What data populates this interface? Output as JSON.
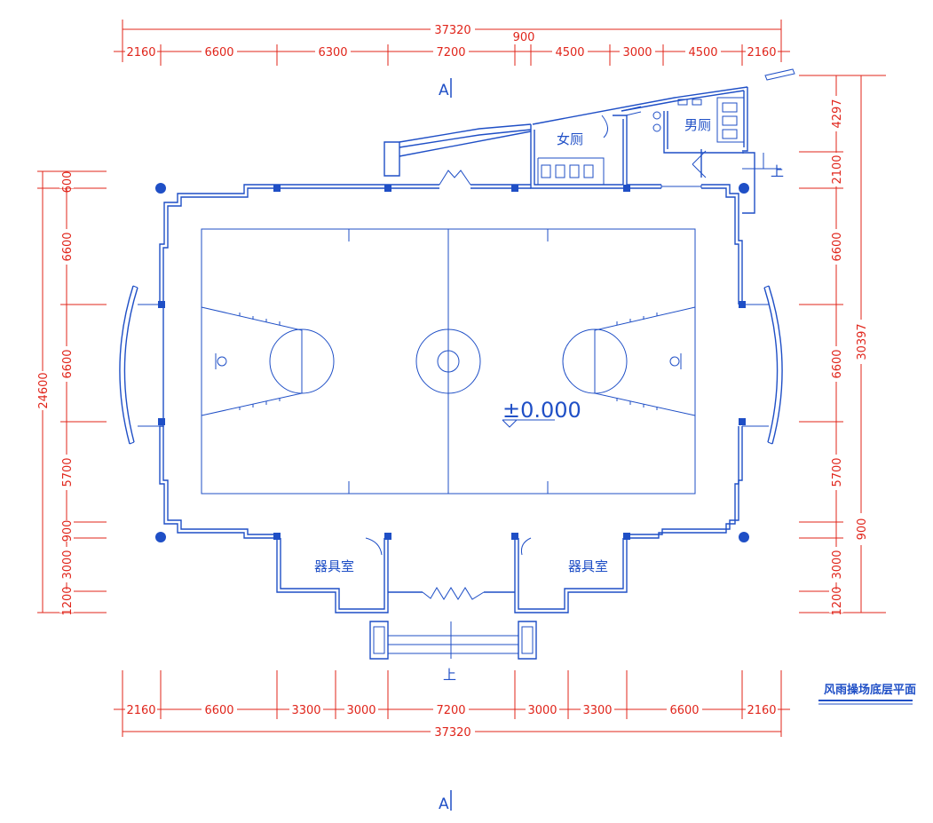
{
  "drawing_title": "风雨操场底层平面",
  "section_marks": [
    "A",
    "A"
  ],
  "rooms": {
    "womens_toilet": "女厕",
    "mens_toilet": "男厕",
    "equipment_room_left": "器具室",
    "equipment_room_right": "器具室"
  },
  "elevation": "±0.000",
  "stair_up_labels": [
    "上",
    "上"
  ],
  "dimensions": {
    "top_overall": "37320",
    "top_segments": [
      "2160",
      "6600",
      "6300",
      "7200",
      "900",
      "4500",
      "3000",
      "4500",
      "2160"
    ],
    "bottom_overall": "37320",
    "bottom_segments": [
      "2160",
      "6600",
      "3300",
      "3000",
      "7200",
      "3000",
      "3300",
      "6600",
      "2160"
    ],
    "left_overall": "24600",
    "left_segments": [
      "600",
      "6600",
      "6600",
      "5700",
      "900",
      "3000",
      "1200"
    ],
    "right_overall": "30397",
    "right_segments": [
      "4297",
      "2100",
      "6600",
      "6600",
      "5700",
      "900",
      "3000",
      "1200"
    ]
  },
  "colors": {
    "line": "#1f4fc6",
    "dimension": "#e0241a",
    "background": "#ffffff"
  }
}
